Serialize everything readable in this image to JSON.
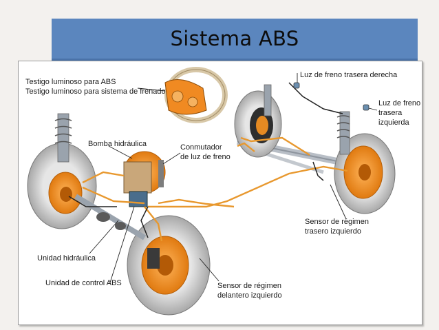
{
  "slide": {
    "title": "Sistema ABS"
  },
  "diagram": {
    "labels": {
      "testigo_abs": "Testigo luminoso para ABS",
      "testigo_frenado": "Testigo luminoso para sistema de frenado",
      "bomba": "Bomba hidráulica",
      "conmutador_1": "Conmutador",
      "conmutador_2": "de luz de freno",
      "luz_derecha": "Luz de freno trasera derecha",
      "luz_izq_1": "Luz de freno",
      "luz_izq_2": "trasera",
      "luz_izq_3": "izquierda",
      "sensor_tras_1": "Sensor de régimen",
      "sensor_tras_2": "trasero izquierdo",
      "unidad_hidraulica": "Unidad hidráulica",
      "unidad_control": "Unidad de control ABS",
      "sensor_del_1": "Sensor de régimen",
      "sensor_del_2": "delantero izquierdo"
    },
    "colors": {
      "brake_line": "#e8982e",
      "brake_component": "#f08a22",
      "tire": "#cfcfcf",
      "steel": "#9aa3ad"
    }
  }
}
